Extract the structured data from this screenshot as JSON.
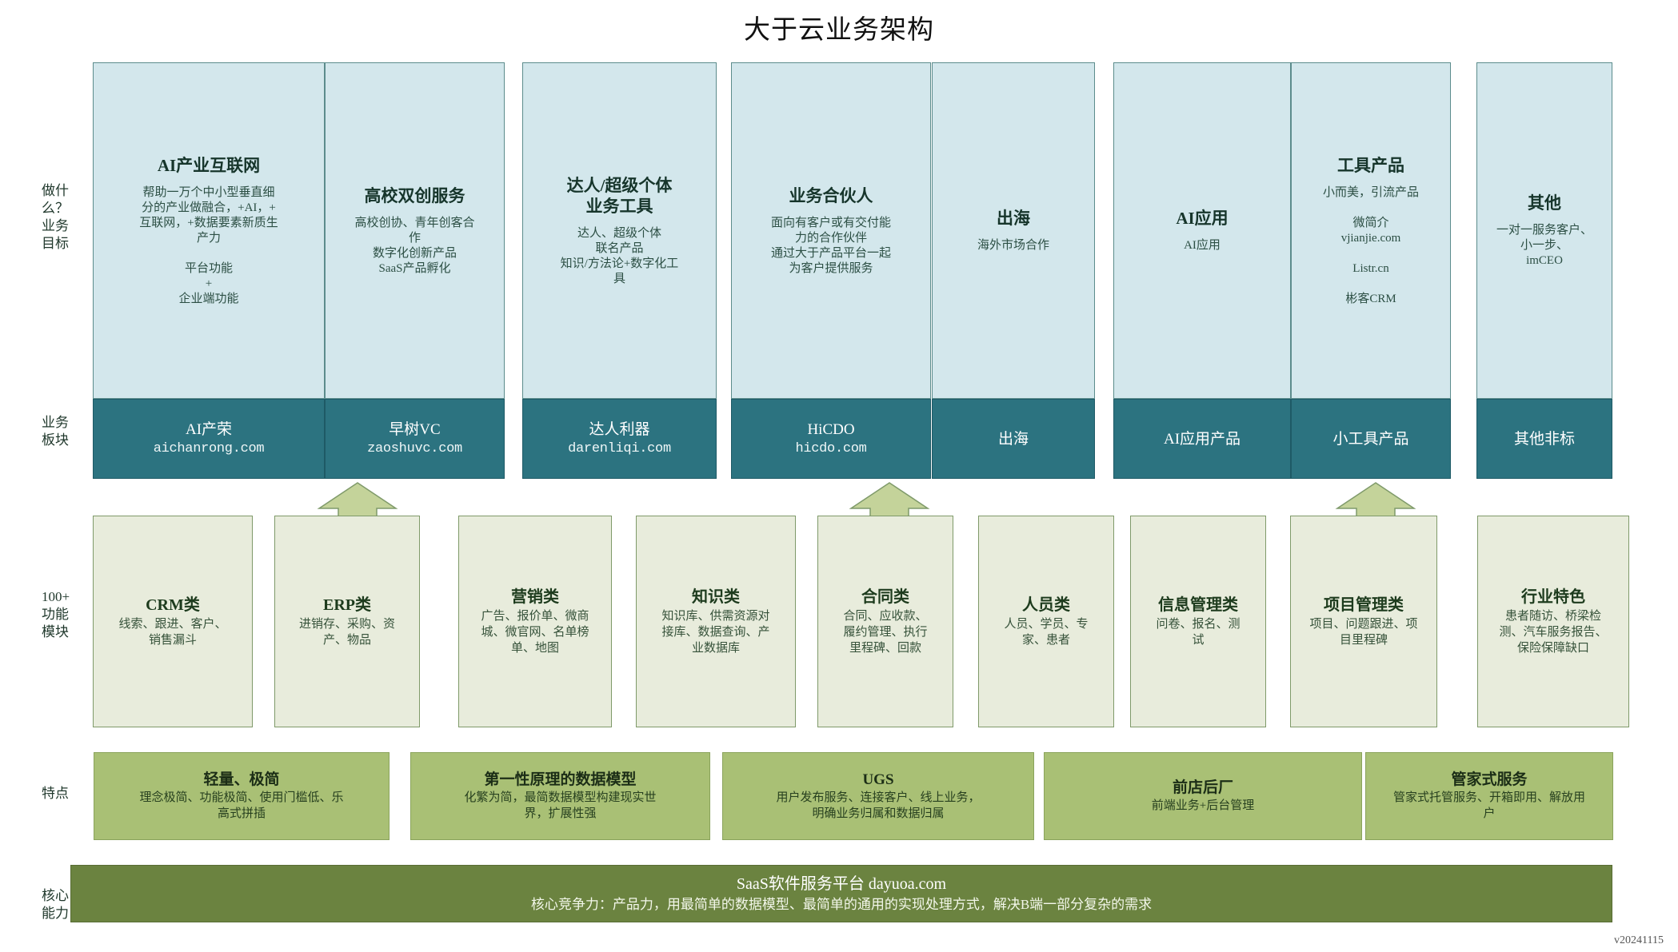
{
  "title": "大于云业务架构",
  "version": "v20241115",
  "colors": {
    "goal_fill": "#d3e7ec",
    "block_fill": "#2c7380",
    "module_fill": "#e8ecdc",
    "trait_fill": "#a9c075",
    "core_fill": "#6b8340",
    "arrow_fill": "#c4d39a"
  },
  "row_labels": {
    "goal": "做什\n么？\n业务\n目标",
    "block": "业务\n板块",
    "module": "100+\n功能\n模块",
    "trait": "特点",
    "core": "核心\n能力"
  },
  "goals": [
    {
      "name": "ai-industry-internet",
      "title": "AI产业互联网",
      "desc": "帮助一万个中小型垂直细\n分的产业做融合，+AI，+\n互联网，+数据要素新质生\n产力\n\n平台功能\n+\n企业端功能"
    },
    {
      "name": "university-innovation",
      "title": "高校双创服务",
      "desc": "高校创协、青年创客合\n作\n数字化创新产品\nSaaS产品孵化"
    },
    {
      "name": "talent-super-individual",
      "title": "达人/超级个体\n业务工具",
      "desc": "达人、超级个体\n联名产品\n知识/方法论+数字化工\n具"
    },
    {
      "name": "business-partner",
      "title": "业务合伙人",
      "desc": "面向有客户或有交付能\n力的合作伙伴\n通过大于产品平台一起\n为客户提供服务"
    },
    {
      "name": "going-global",
      "title": "出海",
      "desc": "海外市场合作"
    },
    {
      "name": "ai-application",
      "title": "AI应用",
      "desc": "AI应用"
    },
    {
      "name": "tool-products",
      "title": "工具产品",
      "desc": "小而美，引流产品\n\n微简介\nvjianjie.com\n\nListr.cn\n\n彬客CRM"
    },
    {
      "name": "others",
      "title": "其他",
      "desc": "一对一服务客户、\n小一步、\nimCEO"
    }
  ],
  "blocks": [
    {
      "name": "aichanrong",
      "title": "AI产荣",
      "url": "aichanrong.com"
    },
    {
      "name": "zaoshuvc",
      "title": "早树VC",
      "url": "zaoshuvc.com"
    },
    {
      "name": "darenliqi",
      "title": "达人利器",
      "url": "darenliqi.com"
    },
    {
      "name": "hicdo",
      "title": "HiCDO",
      "url": "hicdo.com"
    },
    {
      "name": "chuhai",
      "title": "出海",
      "url": ""
    },
    {
      "name": "ai-app-product",
      "title": "AI应用产品",
      "url": ""
    },
    {
      "name": "small-tool-product",
      "title": "小工具产品",
      "url": ""
    },
    {
      "name": "other-nonstandard",
      "title": "其他非标",
      "url": ""
    }
  ],
  "modules": [
    {
      "name": "crm",
      "title": "CRM类",
      "desc": "线索、跟进、客户、\n销售漏斗"
    },
    {
      "name": "erp",
      "title": "ERP类",
      "desc": "进销存、采购、资\n产、物品"
    },
    {
      "name": "marketing",
      "title": "营销类",
      "desc": "广告、报价单、微商\n城、微官网、名单榜\n单、地图"
    },
    {
      "name": "knowledge",
      "title": "知识类",
      "desc": "知识库、供需资源对\n接库、数据查询、产\n业数据库"
    },
    {
      "name": "contract",
      "title": "合同类",
      "desc": "合同、应收款、\n履约管理、执行\n里程碑、回款"
    },
    {
      "name": "personnel",
      "title": "人员类",
      "desc": "人员、学员、专\n家、患者"
    },
    {
      "name": "information",
      "title": "信息管理类",
      "desc": "问卷、报名、测\n试"
    },
    {
      "name": "project",
      "title": "项目管理类",
      "desc": "项目、问题跟进、项\n目里程碑"
    },
    {
      "name": "industry",
      "title": "行业特色",
      "desc": "患者随访、桥梁检\n测、汽车服务报告、\n保险保障缺口"
    }
  ],
  "traits": [
    {
      "name": "lightweight",
      "title": "轻量、极简",
      "desc": "理念极简、功能极简、使用门槛低、乐\n高式拼插"
    },
    {
      "name": "first-principle-model",
      "title": "第一性原理的数据模型",
      "desc": "化繁为简，最简数据模型构建现实世\n界，扩展性强"
    },
    {
      "name": "ugs",
      "title": "UGS",
      "desc": "用户发布服务、连接客户、线上业务，\n明确业务归属和数据归属"
    },
    {
      "name": "front-shop-back-factory",
      "title": "前店后厂",
      "desc": "前端业务+后台管理"
    },
    {
      "name": "butler-service",
      "title": "管家式服务",
      "desc": "管家式托管服务、开箱即用、解放用\n户"
    }
  ],
  "core": {
    "line1": "SaaS软件服务平台 dayuoa.com",
    "line2": "核心竞争力：产品力，用最简单的数据模型、最简单的通用的实现处理方式，解决B端一部分复杂的需求"
  }
}
